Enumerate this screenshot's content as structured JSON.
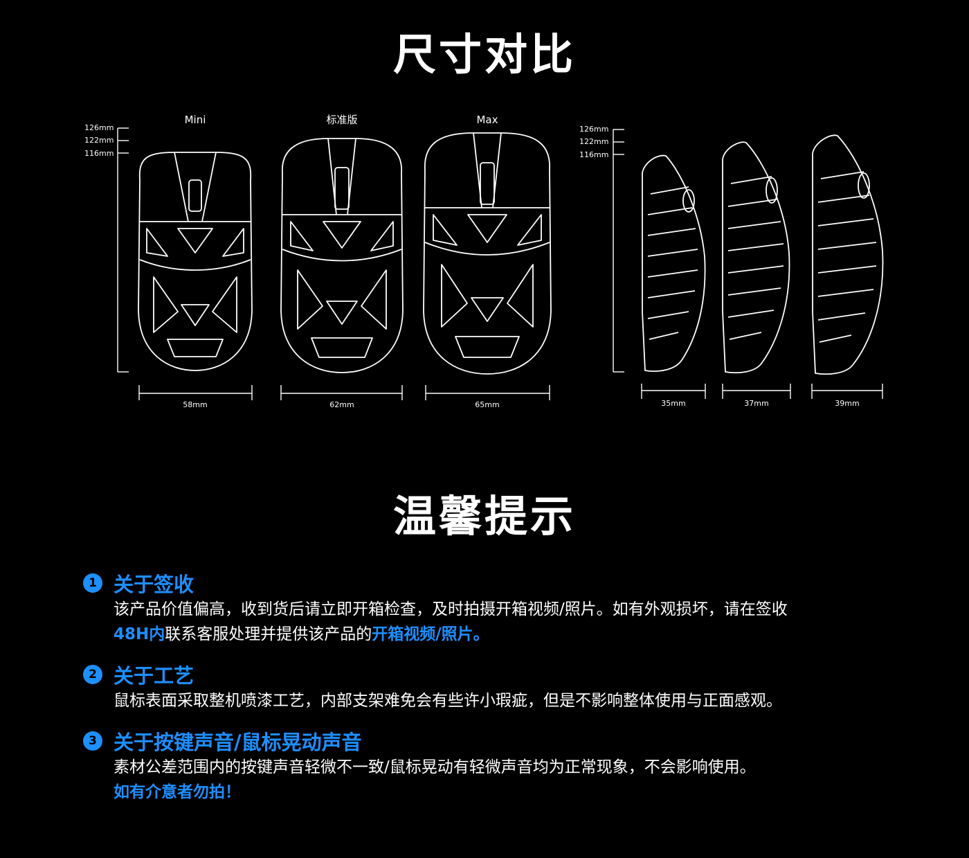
{
  "titles": {
    "size": "尺寸对比",
    "tips": "温馨提示"
  },
  "models": [
    {
      "name": "Mini",
      "width": "58mm",
      "side_width": "35mm"
    },
    {
      "name": "标准版",
      "width": "62mm",
      "side_width": "37mm"
    },
    {
      "name": "Max",
      "width": "65mm",
      "side_width": "39mm"
    }
  ],
  "heights": [
    "126mm",
    "122mm",
    "116mm"
  ],
  "tips": [
    {
      "num": "1",
      "title": "关于签收",
      "line1": "该产品价值偏高，收到货后请立即开箱检查，及时拍摄开箱视频/照片。如有外观损坏，请在签收",
      "line2_hl1": "48H内",
      "line2_plain": "联系客服处理并提供该产品的",
      "line2_hl2": "开箱视频/照片。"
    },
    {
      "num": "2",
      "title": "关于工艺",
      "line1": "鼠标表面采取整机喷漆工艺，内部支架难免会有些许小瑕疵，但是不影响整体使用与正面感观。"
    },
    {
      "num": "3",
      "title": "关于按键声音/鼠标晃动声音",
      "line1": "素材公差范围内的按键声音轻微不一致/鼠标晃动有轻微声音均为正常现象，不会影响使用。",
      "line2_hl1": "如有介意者勿拍！"
    }
  ],
  "colors": {
    "accent": "#1e8fff",
    "background": "#000000",
    "text": "#ffffff"
  }
}
